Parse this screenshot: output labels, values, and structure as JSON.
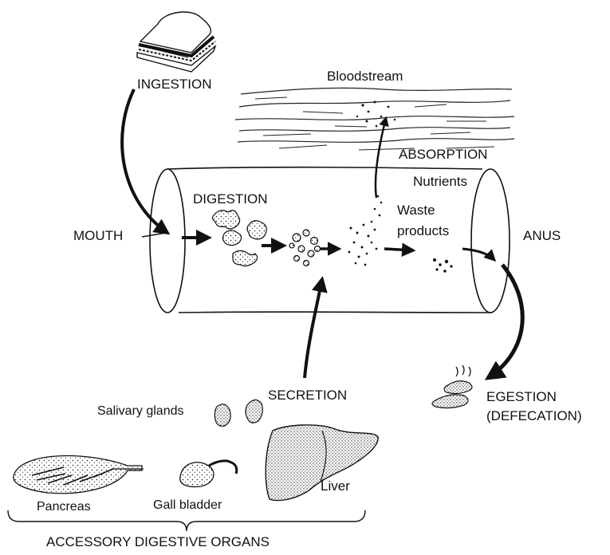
{
  "labels": {
    "ingestion": "INGESTION",
    "bloodstream": "Bloodstream",
    "absorption": "ABSORPTION",
    "nutrients": "Nutrients",
    "digestion": "DIGESTION",
    "waste_line1": "Waste",
    "waste_line2": "products",
    "mouth": "MOUTH",
    "anus": "ANUS",
    "secretion": "SECRETION",
    "salivary_glands": "Salivary glands",
    "egestion_line1": "EGESTION",
    "egestion_line2": "(DEFECATION)",
    "liver": "Liver",
    "pancreas": "Pancreas",
    "gall_bladder": "Gall bladder",
    "accessory_organs": "ACCESSORY DIGESTIVE ORGANS"
  },
  "icons": [
    "sandwich-icon",
    "salivary-glands-icon",
    "pancreas-icon",
    "gall-bladder-icon",
    "liver-icon",
    "feces-icon",
    "food-particles-icon"
  ],
  "colors": {
    "ink": "#111111",
    "background": "#ffffff"
  }
}
